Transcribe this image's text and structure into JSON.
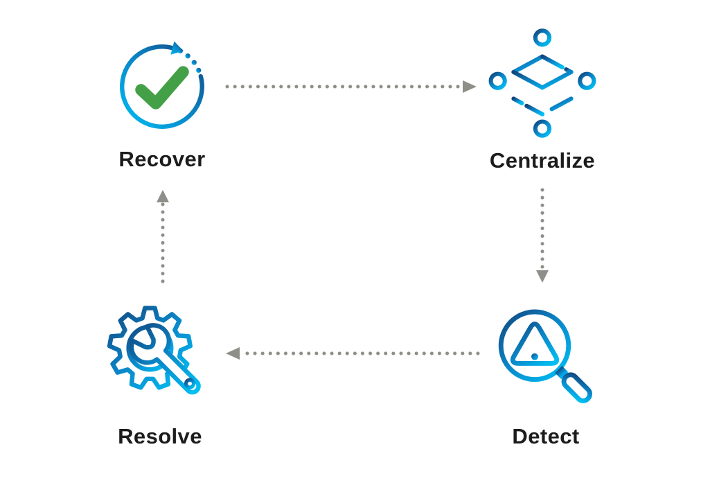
{
  "diagram": {
    "type": "cycle",
    "nodes": [
      {
        "id": "recover",
        "label": "Recover",
        "icon": "recover-checkmark-cycle-icon"
      },
      {
        "id": "centralize",
        "label": "Centralize",
        "icon": "centralize-cube-network-icon"
      },
      {
        "id": "detect",
        "label": "Detect",
        "icon": "detect-magnifier-warning-icon"
      },
      {
        "id": "resolve",
        "label": "Resolve",
        "icon": "resolve-gear-wrench-icon"
      }
    ],
    "edges": [
      {
        "from": "Recover",
        "to": "Centralize",
        "direction": "right",
        "style": "dotted-gray-arrow"
      },
      {
        "from": "Centralize",
        "to": "Detect",
        "direction": "down",
        "style": "dotted-gray-arrow"
      },
      {
        "from": "Detect",
        "to": "Resolve",
        "direction": "left",
        "style": "dotted-gray-arrow"
      },
      {
        "from": "Resolve",
        "to": "Recover",
        "direction": "up",
        "style": "dotted-gray-arrow"
      }
    ],
    "colors": {
      "icon_gradient_dark": "#12477e",
      "icon_gradient_mid": "#0a86c8",
      "icon_gradient_light": "#00bdf2",
      "check_green": "#43a047",
      "arrow_gray": "#8f8f8a",
      "label_text": "#1c1c1c",
      "background": "#ffffff"
    }
  }
}
